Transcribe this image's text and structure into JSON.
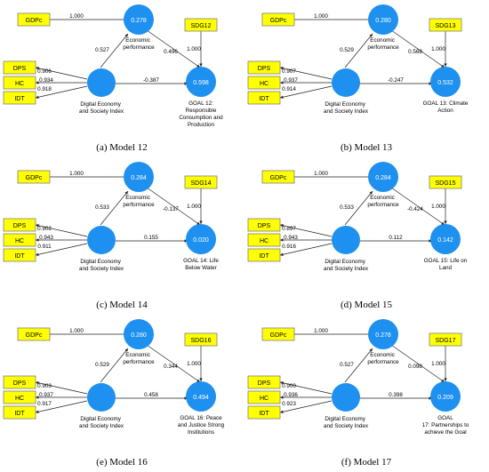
{
  "labels": {
    "gdp": "GDPc",
    "dps": "DPS",
    "hc": "HC",
    "idt": "IDT",
    "econ_1": "Economic",
    "econ_2": "performance",
    "dei_1": "Digital Economy",
    "dei_2": "and Society Index"
  },
  "colors": {
    "indicator": "#ffff00",
    "construct": "#1e90f0"
  },
  "panels": [
    {
      "caption": "(a) Model 12",
      "sdg": "SDG12",
      "goal_lines": [
        "GOAL 12:",
        "Responsible",
        "Consumption and",
        "Production"
      ],
      "gdp_loading": "1.000",
      "sdg_loading": "1.000",
      "econ_r2": "0.278",
      "goal_r2": "0.598",
      "path_dei_econ": "0.527",
      "path_econ_goal": "0.496",
      "path_dei_goal": "-0.387",
      "load_dps": "0.906",
      "load_hc": "0.934",
      "load_idt": "0.918"
    },
    {
      "caption": "(b) Model 13",
      "sdg": "SDG13",
      "goal_lines": [
        "GOAL 13: Climate",
        "Action"
      ],
      "gdp_loading": "1.000",
      "sdg_loading": "1.000",
      "econ_r2": "0.280",
      "goal_r2": "0.532",
      "path_dei_econ": "0.529",
      "path_econ_goal": "0.568",
      "path_dei_goal": "-0.247",
      "load_dps": "0.907",
      "load_hc": "0.937",
      "load_idt": "0.914"
    },
    {
      "caption": "(c) Model 14",
      "sdg": "SDG14",
      "goal_lines": [
        "GOAL 14: Life",
        "Below Water"
      ],
      "gdp_loading": "1.000",
      "sdg_loading": "1.000",
      "econ_r2": "0.284",
      "goal_r2": "0.020",
      "path_dei_econ": "0.533",
      "path_econ_goal": "-0.137",
      "path_dei_goal": "0.155",
      "load_dps": "0.902",
      "load_hc": "0.943",
      "load_idt": "0.911"
    },
    {
      "caption": "(d) Model 15",
      "sdg": "SDG15",
      "goal_lines": [
        "GOAL 15: Life on",
        "Land"
      ],
      "gdp_loading": "1.000",
      "sdg_loading": "1.000",
      "econ_r2": "0.284",
      "goal_r2": "0.142",
      "path_dei_econ": "0.533",
      "path_econ_goal": "-0.424",
      "path_dei_goal": "0.112",
      "load_dps": "0.897",
      "load_hc": "0.943",
      "load_idt": "0.916"
    },
    {
      "caption": "(e) Model 16",
      "sdg": "SDG16",
      "goal_lines": [
        "GOAL 16: Peace",
        "and Justice Strong",
        "Institutions"
      ],
      "gdp_loading": "1.000",
      "sdg_loading": "1.000",
      "econ_r2": "0.280",
      "goal_r2": "0.494",
      "path_dei_econ": "0.529",
      "path_econ_goal": "0.344",
      "path_dei_goal": "0.458",
      "load_dps": "0.903",
      "load_hc": "0.937",
      "load_idt": "0.917"
    },
    {
      "caption": "(f) Model 17",
      "sdg": "SDG17",
      "goal_lines": [
        "GOAL",
        "17: Partnerships to",
        "achieve the Goal"
      ],
      "gdp_loading": "1.000",
      "sdg_loading": "1.000",
      "econ_r2": "0.278",
      "goal_r2": "0.209",
      "path_dei_econ": "0.527",
      "path_econ_goal": "0.098",
      "path_dei_goal": "0.398",
      "load_dps": "0.900",
      "load_hc": "0.936",
      "load_idt": "0.923"
    }
  ]
}
